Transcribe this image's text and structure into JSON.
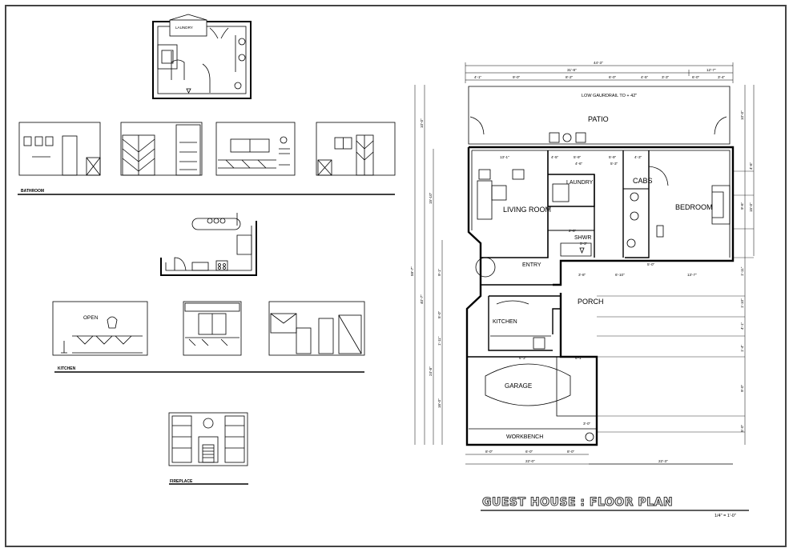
{
  "title": "GUEST HOUSE : FLOOR PLAN",
  "scale": "1/4\" = 1'-0\"",
  "captions": {
    "bathroom": "BATHROOM",
    "kitchen": "KITCHEN",
    "fireplace": "FIREPLACE"
  },
  "elevation_labels": {
    "laundry": "LAUNDRY",
    "open": "OPEN"
  },
  "rooms": {
    "patio": "PATIO",
    "guardrail": "LOW GAURDRAIL TO + 42\"",
    "living": "LIVING ROOM",
    "laundry": "LAUNDRY",
    "cabs": "CABS",
    "bedroom": "BEDROOM",
    "shwr": "SHWR",
    "entry": "ENTRY",
    "porch": "PORCH",
    "kitchen": "KITCHEN",
    "garage": "GARAGE",
    "workbench": "WORKBENCH"
  },
  "dims_top": {
    "overall": "44'-3\"",
    "left": "31'-8\"",
    "right": "12'-7\"",
    "segments": [
      "4'-1\"",
      "9'-0\"",
      "8'-2\"",
      "6'-0\"",
      "4'-5\"",
      "3'-3\"",
      "6'-0\"",
      "3'-4\""
    ]
  },
  "dims_left": {
    "overall": "59'-7\"",
    "upper": "40'-7\"",
    "lower": "24'-8\"",
    "a": "10'-0\"",
    "b": "15'-10\"",
    "c": "16'-0\"",
    "d": "9'-1\"",
    "e": "5'-0\"",
    "f": "1'-11\""
  },
  "dims_right": [
    "10'-0\"",
    "4'-6\"",
    "9'-6\"",
    "15'-0\"",
    "1'-11\"",
    "1'-10\"",
    "4'-1\"",
    "1'-4\"",
    "9'-0\"",
    "5'-0\""
  ],
  "dims_bottom": {
    "seg1": "8'-0\"",
    "seg2": "6'-0\"",
    "seg3": "8'-0\"",
    "left": "22'-0\"",
    "right": "22'-3\""
  },
  "dims_interior": [
    "13'-1\"",
    "4'-5\"",
    "5'-9\"",
    "5'-9\"",
    "4'-3\"",
    "4'-6\"",
    "2'-6\"",
    "5'-3\"",
    "5'-3\"",
    "13'-7\"",
    "6'-10\"",
    "3'-8\"",
    "5'-0\"",
    "6'-3\"",
    "6'-1\"",
    "3'-0\""
  ]
}
